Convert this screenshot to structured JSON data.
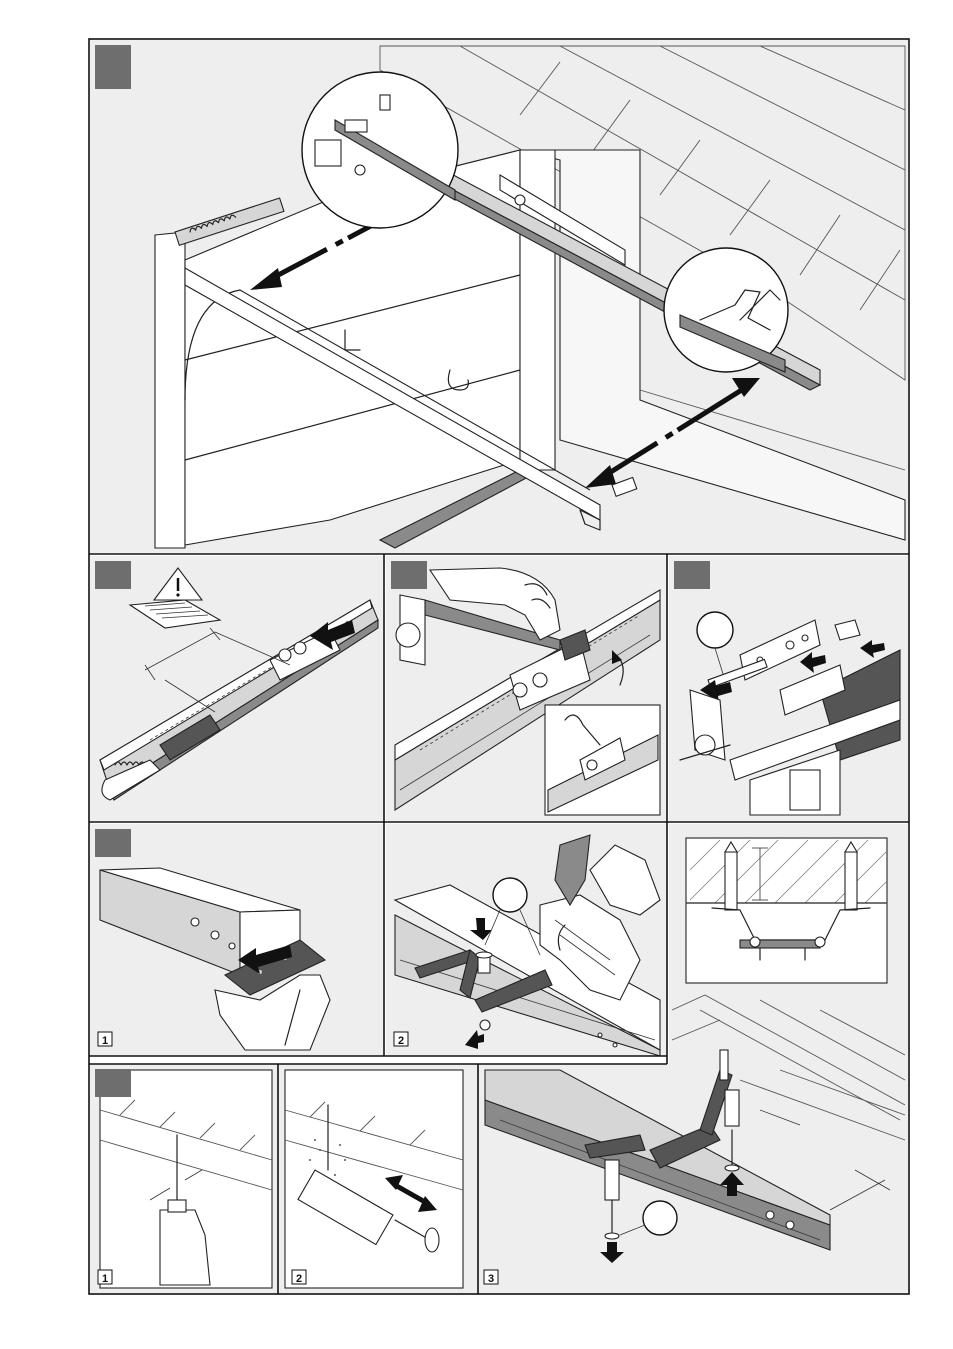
{
  "figure": {
    "panel_tags": [
      "",
      "",
      "",
      "",
      "",
      "",
      "",
      ""
    ],
    "steps": {
      "bracket_a": [
        "1",
        "2"
      ],
      "mounting_b": [
        "1",
        "2",
        "3"
      ]
    },
    "colors": {
      "tag": "#6e6e6e",
      "panel_background": "#eeeeee",
      "line": "#222222",
      "rail": "#d6d6d6",
      "dark_rail": "#555555"
    },
    "icons": [
      "warning-triangle-icon",
      "instruction-manual-icon",
      "double-arrow-icon",
      "push-arrow-icon",
      "drill-icon",
      "vacuum-cleaner-icon"
    ]
  }
}
